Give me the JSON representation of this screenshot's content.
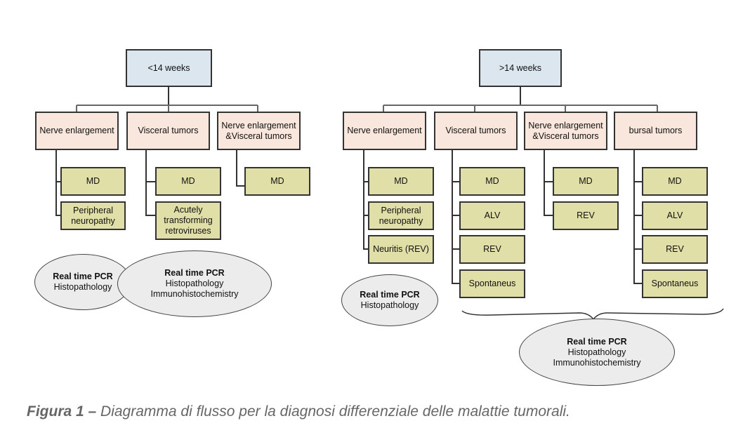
{
  "left_tree": {
    "root": "<14 weeks",
    "categories": [
      {
        "label": "Nerve enlargement",
        "children": [
          "MD",
          "Peripheral neuropathy"
        ]
      },
      {
        "label": "Visceral tumors",
        "children": [
          "MD",
          "Acutely transforming retroviruses"
        ]
      },
      {
        "label": "Nerve enlargement &Visceral tumors",
        "children": [
          "MD"
        ]
      }
    ],
    "tests": [
      {
        "lines": [
          "Real time PCR",
          "Histopathology"
        ]
      },
      {
        "lines": [
          "Real time PCR",
          "Histopathology",
          "Immunohistochemistry"
        ]
      }
    ]
  },
  "right_tree": {
    "root": ">14 weeks",
    "categories": [
      {
        "label": "Nerve enlargement",
        "children": [
          "MD",
          "Peripheral neuropathy",
          "Neuritis (REV)"
        ]
      },
      {
        "label": "Visceral tumors",
        "children": [
          "MD",
          "ALV",
          "REV",
          "Spontaneus"
        ]
      },
      {
        "label": "Nerve enlargement &Visceral tumors",
        "children": [
          "MD",
          "REV"
        ]
      },
      {
        "label": "bursal tumors",
        "children": [
          "MD",
          "ALV",
          "REV",
          "Spontaneus"
        ]
      }
    ],
    "tests": [
      {
        "lines": [
          "Real time PCR",
          "Histopathology"
        ]
      },
      {
        "lines": [
          "Real time PCR",
          "Histopathology",
          "Immunohistochemistry"
        ]
      }
    ]
  },
  "caption": {
    "label": "Figura 1 –",
    "text": " Diagramma di flusso per la diagnosi differenziale delle malattie tumorali."
  }
}
